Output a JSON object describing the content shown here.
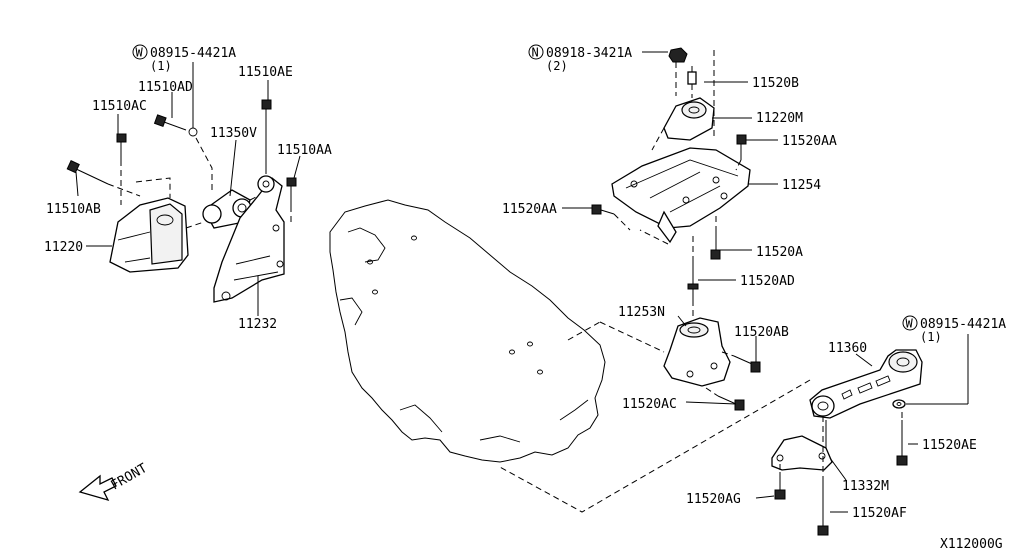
{
  "title_code": "X112000G",
  "front_label": "FRONT",
  "labels": {
    "w_left": "08915-4421A",
    "w_left_qty": "(1)",
    "p11510AD": "11510AD",
    "p11510AE": "11510AE",
    "p11510AC": "11510AC",
    "p11350V": "11350V",
    "p11510AA": "11510AA",
    "p11510AB": "11510AB",
    "p11220": "11220",
    "p11232": "11232",
    "n_center": "08918-3421A",
    "n_center_qty": "(2)",
    "p11520B": "11520B",
    "p11220M": "11220M",
    "p11520AA_top": "11520AA",
    "p11254": "11254",
    "p11520AA_left": "11520AA",
    "p11520A": "11520A",
    "p11520AD": "11520AD",
    "p11253N": "11253N",
    "p11520AB": "11520AB",
    "p11520AC": "11520AC",
    "p11360": "11360",
    "w_right": "08915-4421A",
    "w_right_qty": "(1)",
    "p11520AE": "11520AE",
    "p11332M": "11332M",
    "p11520AG": "11520AG",
    "p11520AF": "11520AF"
  },
  "markers": {
    "washer": "W",
    "nut": "N"
  }
}
